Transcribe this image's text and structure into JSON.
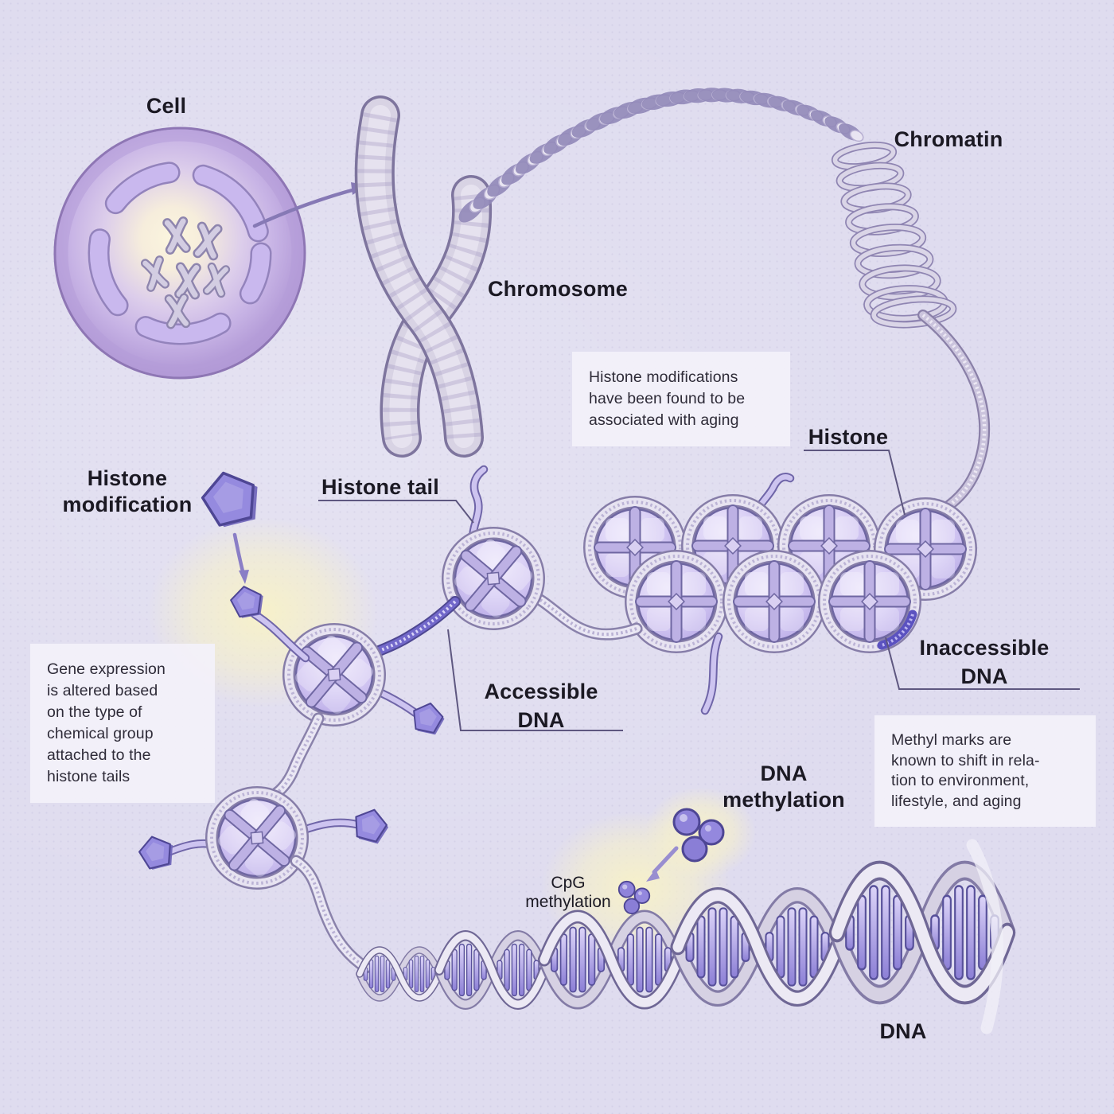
{
  "labels": {
    "cell": "Cell",
    "chromosome": "Chromosome",
    "chromatin": "Chromatin",
    "histone": "Histone",
    "histone_modification_line1": "Histone",
    "histone_modification_line2": "modification",
    "histone_tail": "Histone tail",
    "accessible_dna_line1": "Accessible",
    "accessible_dna_line2": "DNA",
    "inaccessible_dna_line1": "Inaccessible",
    "inaccessible_dna_line2": "DNA",
    "dna_methylation_line1": "DNA",
    "dna_methylation_line2": "methylation",
    "cpg_methylation_line1": "CpG",
    "cpg_methylation_line2": "methylation",
    "dna": "DNA"
  },
  "callouts": {
    "histone_modifications_note": "Histone modifications\nhave been found to be\nassociated with aging",
    "gene_expression_note": "Gene expression\nis altered based\non the type of\nchemical group\nattached to the\nhistone tails",
    "methyl_marks_note": "Methyl marks are\nknown to shift in rela-\ntion to environment,\nlifestyle, and aging"
  },
  "palette": {
    "background": "#DFDCEF",
    "callout_background": "#F3F1FA",
    "text": "#1B1923",
    "purple_outline": "#4E4694",
    "purple_mid": "#958ADF",
    "nucleosome_fill": "#C9BCF0",
    "band_gray": "#E7E3F1",
    "accessible_dna": "#7268CA",
    "inaccessible_dna": "#5B52C0",
    "glow_yellow": "#F8F2CC"
  }
}
